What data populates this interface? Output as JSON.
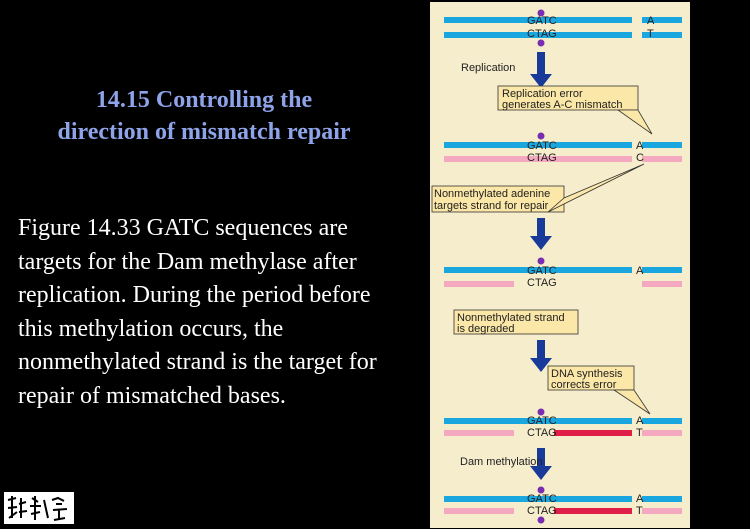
{
  "slide": {
    "title_line1": "14.15 Controlling the",
    "title_line2": "direction of mismatch repair",
    "caption": "Figure 14.33 GATC sequences are targets for the Dam methylase after replication. During the period before this methylation occurs, the nonmethylated strand is the target for repair of mismatched bases."
  },
  "figure": {
    "colors": {
      "background": "#f6edcd",
      "parental_strand": "#1aa7e0",
      "new_strand": "#f4a9c0",
      "repaired_strand": "#e01f48",
      "methyl": "#7a2db0",
      "arrow": "#1a3a9a"
    },
    "rows": [
      {
        "top_seq": "GATC",
        "bottom_seq": "CTAG",
        "top_base": "A",
        "bottom_base": "T"
      },
      {
        "top_seq": "GATC",
        "bottom_seq": "CTAG",
        "top_base": "A",
        "bottom_base": "C"
      },
      {
        "top_seq": "GATC",
        "bottom_seq": "CTAG",
        "top_base": "A",
        "bottom_base": ""
      },
      {
        "top_seq": "GATC",
        "bottom_seq": "CTAG",
        "top_base": "A",
        "bottom_base": "T"
      },
      {
        "top_seq": "GATC",
        "bottom_seq": "CTAG",
        "top_base": "A",
        "bottom_base": "T"
      }
    ],
    "steps": {
      "replication": "Replication",
      "dam_methylation": "Dam methylation"
    },
    "callouts": {
      "replication_error_line1": "Replication error",
      "replication_error_line2": "generates A-C mismatch",
      "nonmethylated_line1": "Nonmethylated adenine",
      "nonmethylated_line2": "targets strand for repair",
      "degraded_line1": "Nonmethylated strand",
      "degraded_line2": "is degraded",
      "synthesis_line1": "DNA synthesis",
      "synthesis_line2": "corrects error"
    }
  }
}
